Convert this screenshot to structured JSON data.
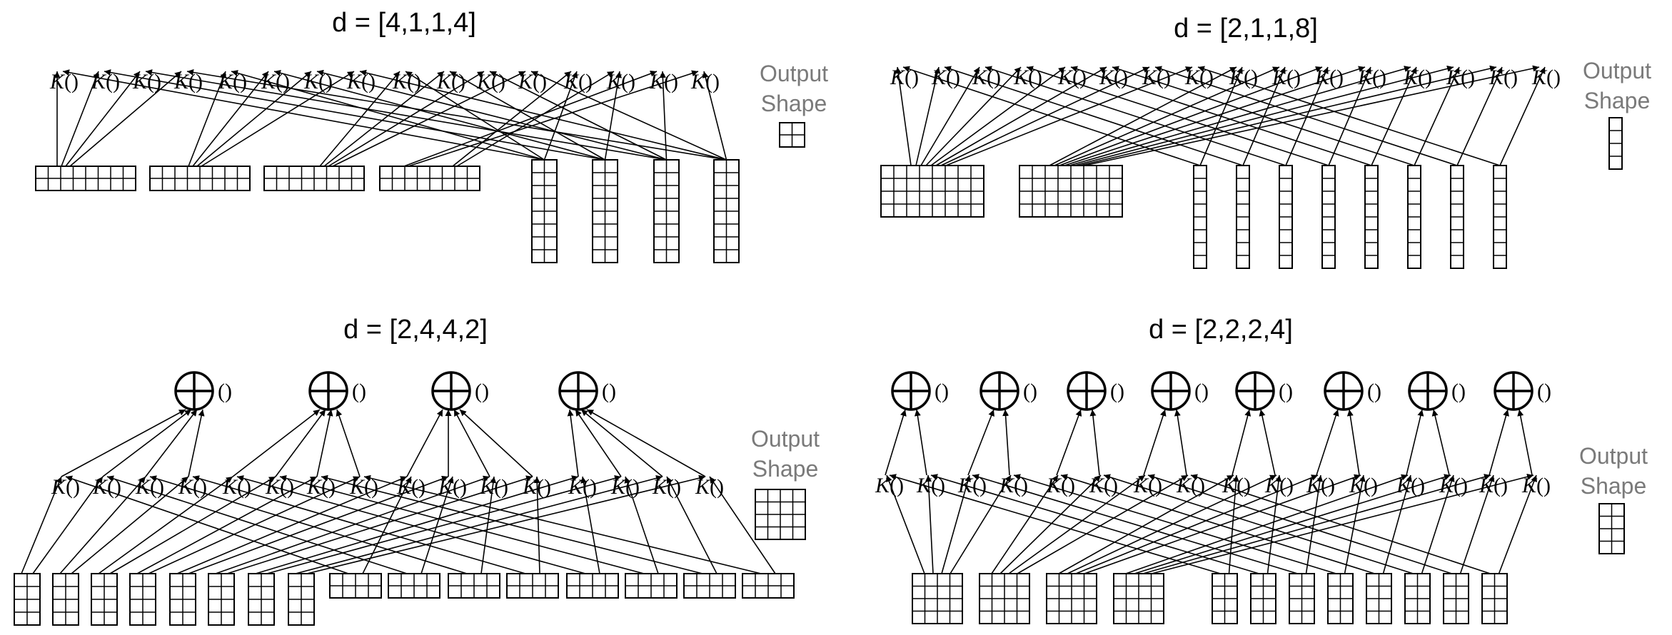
{
  "k_label": "K",
  "paren": "()",
  "output_label_line1": "Output",
  "output_label_line2": "Shape",
  "panels": [
    {
      "id": "p1",
      "title": "d = [4,1,1,4]"
    },
    {
      "id": "p2",
      "title": "d = [2,1,1,8]"
    },
    {
      "id": "p3",
      "title": "d = [2,4,4,2]"
    },
    {
      "id": "p4",
      "title": "d = [2,2,2,4]"
    }
  ]
}
